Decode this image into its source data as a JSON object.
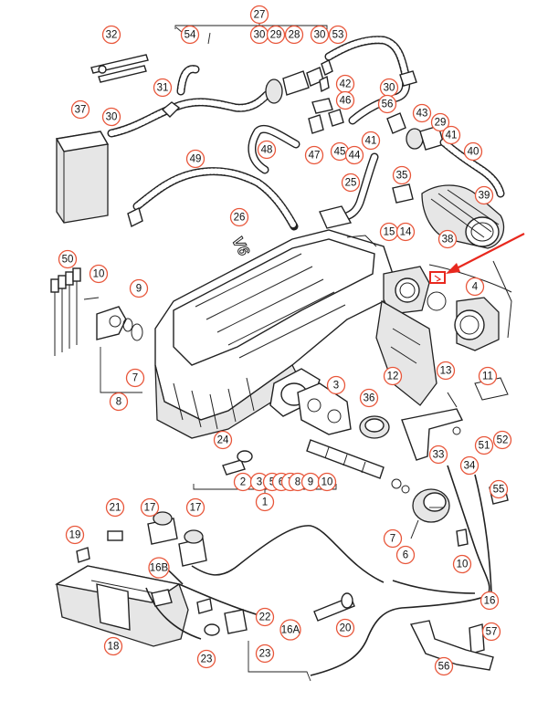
{
  "diagram": {
    "engine_mark": "V6",
    "highlight_color": "#e8281e",
    "badge_color": "#e8563a",
    "callouts": [
      {
        "id": "c27",
        "label": "27"
      },
      {
        "id": "c32",
        "label": "32"
      },
      {
        "id": "c54",
        "label": "54"
      },
      {
        "id": "c30a",
        "label": "30"
      },
      {
        "id": "c29a",
        "label": "29"
      },
      {
        "id": "c28",
        "label": "28"
      },
      {
        "id": "c30b",
        "label": "30"
      },
      {
        "id": "c53",
        "label": "53"
      },
      {
        "id": "c31",
        "label": "31"
      },
      {
        "id": "c42",
        "label": "42"
      },
      {
        "id": "c30c",
        "label": "30"
      },
      {
        "id": "c46",
        "label": "46"
      },
      {
        "id": "c56",
        "label": "56"
      },
      {
        "id": "c43",
        "label": "43"
      },
      {
        "id": "c37",
        "label": "37"
      },
      {
        "id": "c30d",
        "label": "30"
      },
      {
        "id": "c48",
        "label": "48"
      },
      {
        "id": "c29b",
        "label": "29"
      },
      {
        "id": "c41a",
        "label": "41"
      },
      {
        "id": "c41b",
        "label": "41"
      },
      {
        "id": "c47",
        "label": "47"
      },
      {
        "id": "c45",
        "label": "45"
      },
      {
        "id": "c44",
        "label": "44"
      },
      {
        "id": "c49",
        "label": "49"
      },
      {
        "id": "c40",
        "label": "40"
      },
      {
        "id": "c35",
        "label": "35"
      },
      {
        "id": "c39",
        "label": "39"
      },
      {
        "id": "c25",
        "label": "25"
      },
      {
        "id": "c26",
        "label": "26"
      },
      {
        "id": "c15",
        "label": "15"
      },
      {
        "id": "c14",
        "label": "14"
      },
      {
        "id": "c38",
        "label": "38"
      },
      {
        "id": "c50",
        "label": "50"
      },
      {
        "id": "c10a",
        "label": "10"
      },
      {
        "id": "c9a",
        "label": "9"
      },
      {
        "id": "c4",
        "label": "4"
      },
      {
        "id": "c7a",
        "label": "7"
      },
      {
        "id": "c8",
        "label": "8"
      },
      {
        "id": "c12",
        "label": "12"
      },
      {
        "id": "c13",
        "label": "13"
      },
      {
        "id": "c11",
        "label": "11"
      },
      {
        "id": "c3",
        "label": "3"
      },
      {
        "id": "c36",
        "label": "36"
      },
      {
        "id": "c52",
        "label": "52"
      },
      {
        "id": "c24",
        "label": "24"
      },
      {
        "id": "c51",
        "label": "51"
      },
      {
        "id": "c33",
        "label": "33"
      },
      {
        "id": "c34",
        "label": "34"
      },
      {
        "id": "c2",
        "label": "2"
      },
      {
        "id": "c3b",
        "label": "3"
      },
      {
        "id": "c5",
        "label": "5"
      },
      {
        "id": "c6a",
        "label": "6"
      },
      {
        "id": "c7b",
        "label": "7"
      },
      {
        "id": "c8b",
        "label": "8"
      },
      {
        "id": "c9b",
        "label": "9"
      },
      {
        "id": "c10b",
        "label": "10"
      },
      {
        "id": "c1",
        "label": "1"
      },
      {
        "id": "c55",
        "label": "55"
      },
      {
        "id": "c21",
        "label": "21"
      },
      {
        "id": "c17a",
        "label": "17"
      },
      {
        "id": "c17b",
        "label": "17"
      },
      {
        "id": "c19",
        "label": "19"
      },
      {
        "id": "c7c",
        "label": "7"
      },
      {
        "id": "c6b",
        "label": "6"
      },
      {
        "id": "c10c",
        "label": "10"
      },
      {
        "id": "c16B",
        "label": "16B"
      },
      {
        "id": "c16",
        "label": "16"
      },
      {
        "id": "c22",
        "label": "22"
      },
      {
        "id": "c20",
        "label": "20"
      },
      {
        "id": "c16A",
        "label": "16A"
      },
      {
        "id": "c57",
        "label": "57"
      },
      {
        "id": "c18",
        "label": "18"
      },
      {
        "id": "c23a",
        "label": "23"
      },
      {
        "id": "c23b",
        "label": "23"
      },
      {
        "id": "c56b",
        "label": "56"
      }
    ]
  }
}
